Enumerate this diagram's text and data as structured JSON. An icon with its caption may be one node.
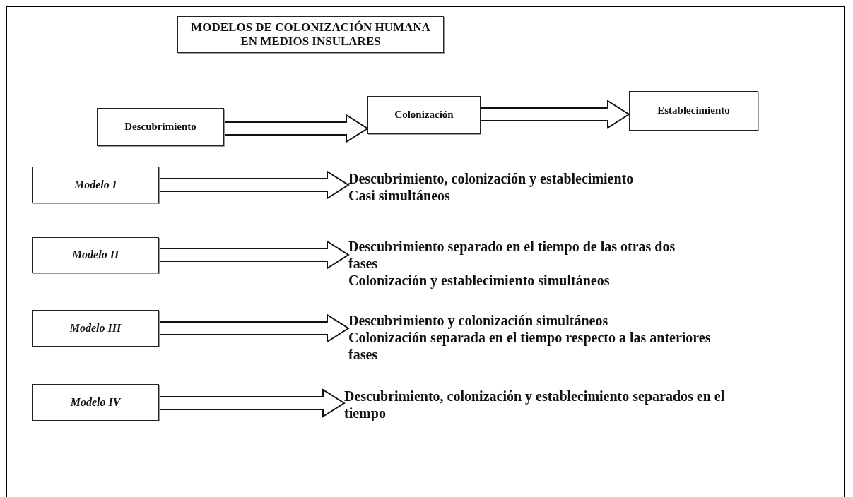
{
  "diagram": {
    "nodes": [
      {
        "text": [
          "MODELOS DE COLONIZACIÓN HUMANA EN MEDIOS INSULARES"
        ]
      },
      {
        "text": [
          "Descubrimiento"
        ]
      },
      {
        "text": [
          "Colonización"
        ]
      },
      {
        "text": [
          "Establecimiento"
        ]
      },
      {
        "text": [
          "Modelo I"
        ]
      },
      {
        "text": [
          "Descubrimiento, colonización y establecimiento",
          "Casi simultáneos"
        ]
      },
      {
        "text": [
          "Modelo II"
        ]
      },
      {
        "text": [
          "Descubrimiento separado en el tiempo de las otras dos fases",
          "Colonización y establecimiento simultáneos"
        ]
      },
      {
        "text": [
          "Modelo III"
        ]
      },
      {
        "text": [
          "Descubrimiento y colonización simultáneos",
          "Colonización separada en el tiempo respecto a las anteriores fases"
        ]
      },
      {
        "text": [
          "Modelo IV"
        ]
      },
      {
        "text": [
          "Descubrimiento, colonización y establecimiento separados en el tiempo"
        ]
      }
    ],
    "edges": [
      {
        "from": 1,
        "to": 2,
        "arrow": "to"
      },
      {
        "from": 2,
        "to": 3,
        "arrow": "to"
      },
      {
        "from": 4,
        "to": 5,
        "arrow": "to"
      },
      {
        "from": 6,
        "to": 7,
        "arrow": "to"
      },
      {
        "from": 8,
        "to": 9,
        "arrow": "to"
      },
      {
        "from": 10,
        "to": 11,
        "arrow": "to"
      }
    ]
  }
}
